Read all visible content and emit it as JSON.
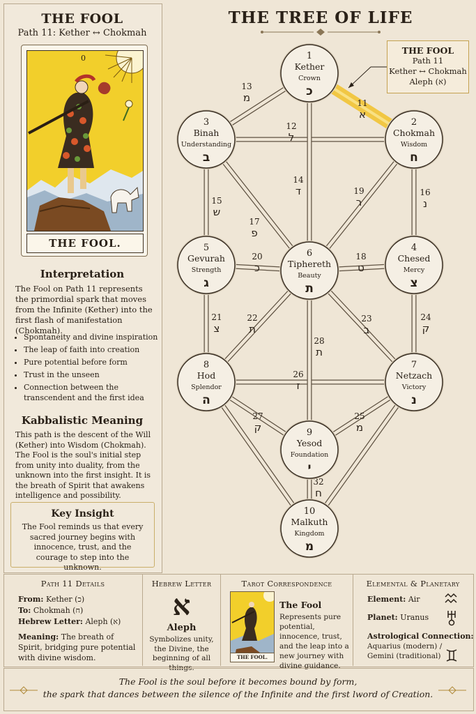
{
  "left": {
    "card_title": "THE FOOL",
    "card_subtitle": "Path 11: Kether ↔ Chokmah",
    "card_label": "THE FOOL.",
    "card_numeral": "0",
    "interpretation_title": "Interpretation",
    "interpretation_text": "The Fool on Path 11 represents the primordial spark that moves from the Infinite (Kether) into the first flash of manifestation (Chokmah).",
    "bullets": [
      "Spontaneity and divine inspiration",
      "The leap of faith into creation",
      "Pure potential before form",
      "Trust in the unseen",
      "Connection between the transcendent and the first idea"
    ],
    "kabbalistic_title": "Kabbalistic Meaning",
    "kabbalistic_text": "This path is the descent of the Will (Kether) into Wisdom (Chokmah). The Fool is the soul's initial step from unity into duality, from the unknown into the first insight. It is the breath of Spirit that awakens intelligence and possibility.",
    "insight_title": "Key Insight",
    "insight_text": "The Fool reminds us that every sacred journey begins with innocence, trust, and the courage to step into the unknown."
  },
  "tree": {
    "title": "THE TREE OF LIFE",
    "callout": {
      "title": "THE FOOL",
      "line1": "Path 11",
      "line2": "Kether ↔ Chokmah",
      "line3": "Aleph (א)"
    },
    "sephiroth": [
      {
        "id": "kether",
        "num": "1",
        "name": "Kether",
        "meaning": "Crown",
        "letter": "כ"
      },
      {
        "id": "chokmah",
        "num": "2",
        "name": "Chokmah",
        "meaning": "Wisdom",
        "letter": "ח"
      },
      {
        "id": "binah",
        "num": "3",
        "name": "Binah",
        "meaning": "Understanding",
        "letter": "ב"
      },
      {
        "id": "chesed",
        "num": "4",
        "name": "Chesed",
        "meaning": "Mercy",
        "letter": "צ"
      },
      {
        "id": "gevurah",
        "num": "5",
        "name": "Gevurah",
        "meaning": "Strength",
        "letter": "ג"
      },
      {
        "id": "tiphereth",
        "num": "6",
        "name": "Tiphereth",
        "meaning": "Beauty",
        "letter": "ת"
      },
      {
        "id": "netzach",
        "num": "7",
        "name": "Netzach",
        "meaning": "Victory",
        "letter": "נ"
      },
      {
        "id": "hod",
        "num": "8",
        "name": "Hod",
        "meaning": "Splendor",
        "letter": "ה"
      },
      {
        "id": "yesod",
        "num": "9",
        "name": "Yesod",
        "meaning": "Foundation",
        "letter": "י"
      },
      {
        "id": "malkuth",
        "num": "10",
        "name": "Malkuth",
        "meaning": "Kingdom",
        "letter": "מ"
      }
    ],
    "paths": [
      {
        "num": "11",
        "letter": "א",
        "highlight": true
      },
      {
        "num": "12",
        "letter": "ל"
      },
      {
        "num": "13",
        "letter": "מ"
      },
      {
        "num": "14",
        "letter": "ד"
      },
      {
        "num": "15",
        "letter": "ש"
      },
      {
        "num": "16",
        "letter": "נ"
      },
      {
        "num": "17",
        "letter": "פ"
      },
      {
        "num": "18",
        "letter": "ט"
      },
      {
        "num": "19",
        "letter": "ר"
      },
      {
        "num": "20",
        "letter": "כ"
      },
      {
        "num": "21",
        "letter": "צ"
      },
      {
        "num": "22",
        "letter": "ת"
      },
      {
        "num": "23",
        "letter": "ב"
      },
      {
        "num": "24",
        "letter": "ק"
      },
      {
        "num": "25",
        "letter": "מ"
      },
      {
        "num": "26",
        "letter": "ז"
      },
      {
        "num": "27",
        "letter": "ק"
      },
      {
        "num": "28",
        "letter": "ת"
      },
      {
        "num": "32",
        "letter": "ח"
      }
    ]
  },
  "details": {
    "title": "Path 11 Details",
    "from_label": "From:",
    "from_value": "Kether (כ)",
    "to_label": "To:",
    "to_value": "Chokmah (ח)",
    "letter_label": "Hebrew Letter:",
    "letter_value": "Aleph (א)",
    "meaning_label": "Meaning:",
    "meaning_value": "The breath of Spirit, bridging pure potential with divine wisdom."
  },
  "hebrew": {
    "title": "Hebrew Letter",
    "glyph": "א",
    "name": "Aleph",
    "text": "Symbolizes unity, the Divine, the beginning of all things."
  },
  "tarot": {
    "title": "Tarot Correspondence",
    "card_name": "The Fool",
    "mini_label": "THE FOOL.",
    "text": "Represents pure potential, innocence, trust, and the leap into a new journey with divine guidance."
  },
  "elemental": {
    "title": "Elemental & Planetary",
    "element_label": "Element:",
    "element_value": "Air",
    "element_icon": "air-symbol",
    "planet_label": "Planet:",
    "planet_value": "Uranus",
    "planet_icon": "uranus-symbol",
    "astro_label": "Astrological Connection:",
    "astro_value": "Aquarius (modern) / Gemini (traditional)",
    "astro_icon": "gemini-symbol"
  },
  "footer": {
    "line1": "The Fool is the soul before it becomes bound by form,",
    "line2": "the spark that dances between the silence of the Infinite and the first lword of Creation."
  },
  "colors": {
    "background": "#efe6d6",
    "highlight": "#f2c22b",
    "ink": "#2a2118",
    "border": "#b9a98f"
  }
}
